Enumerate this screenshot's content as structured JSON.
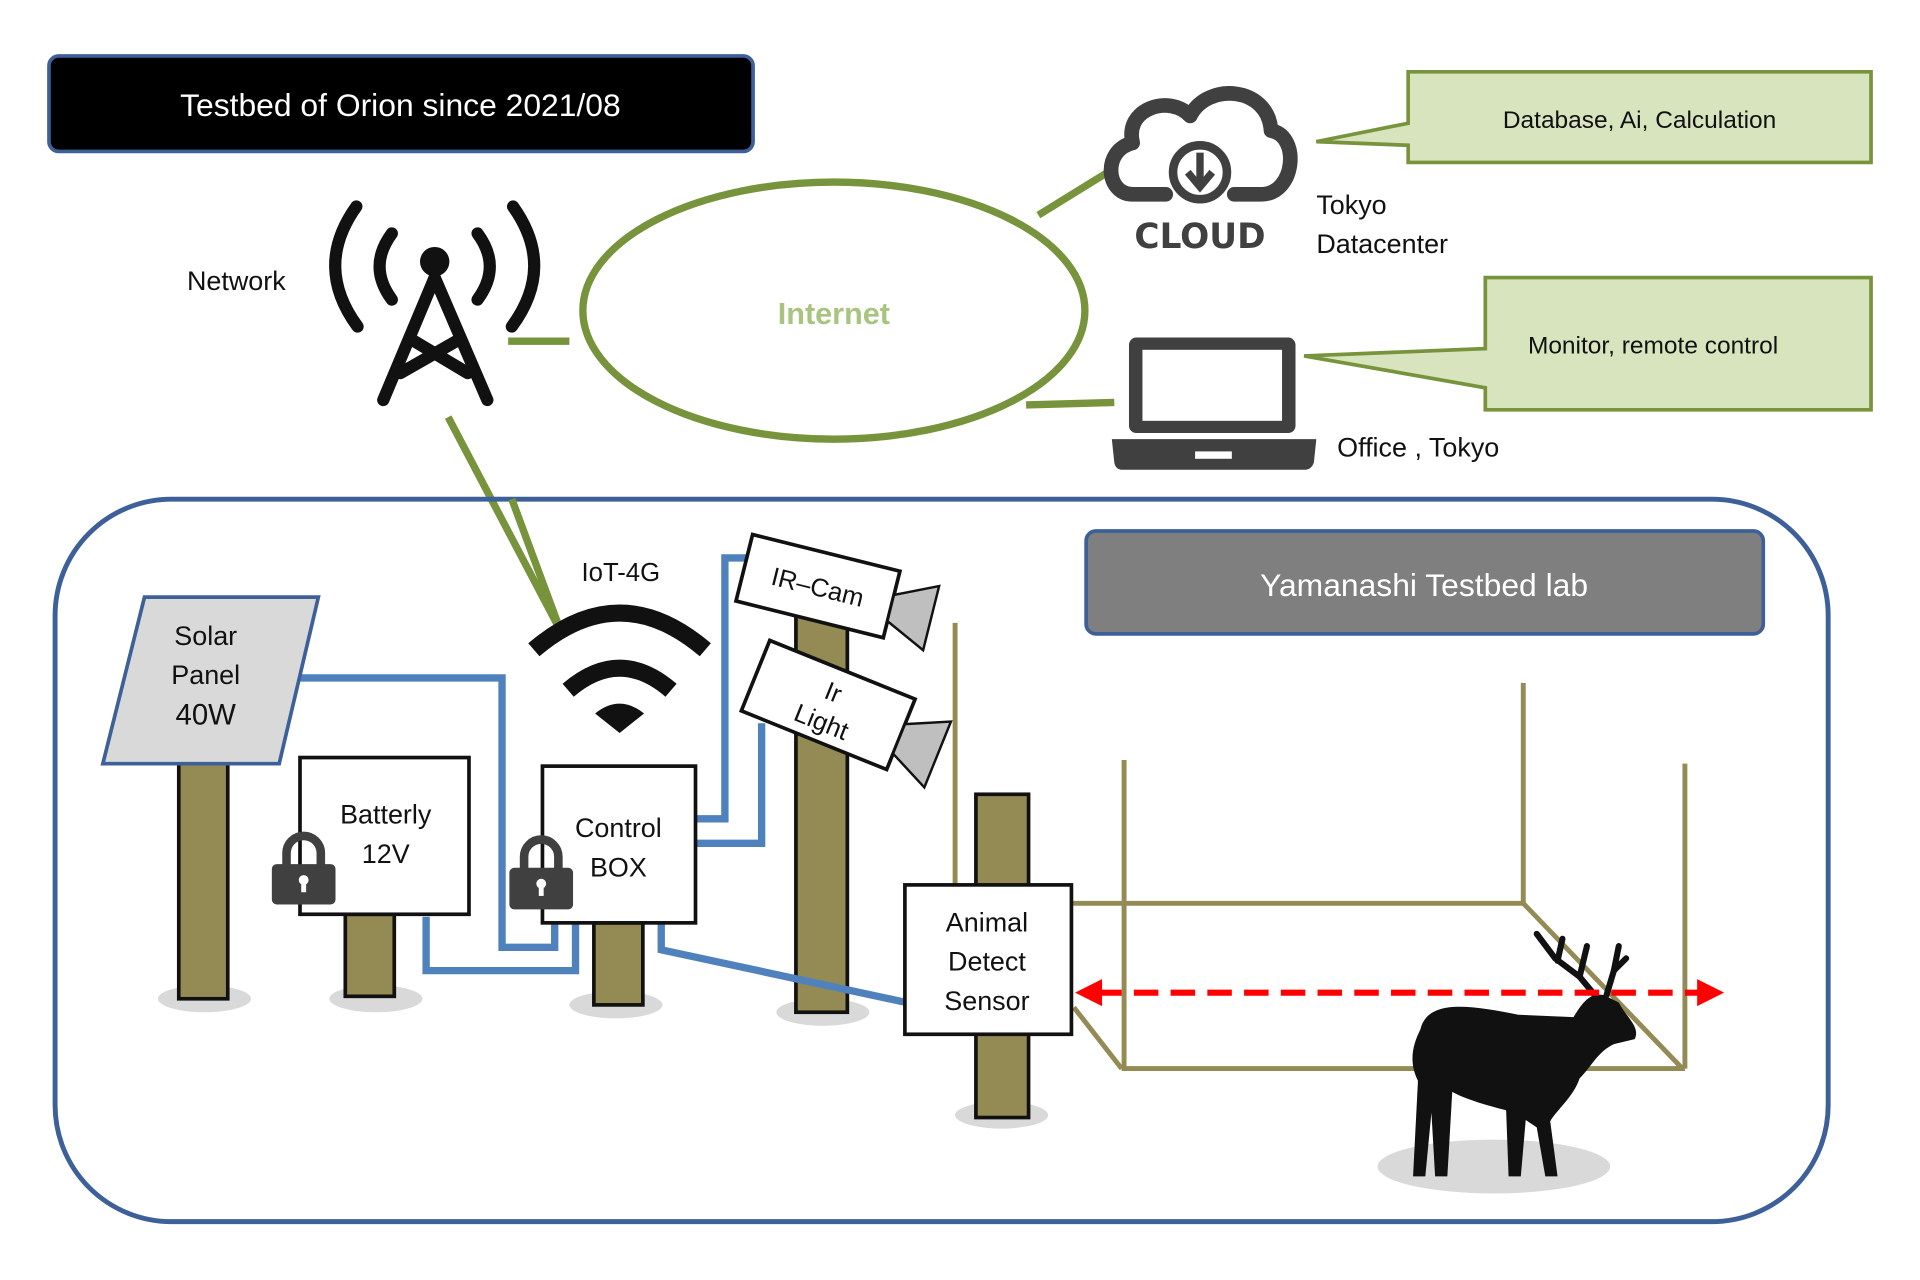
{
  "title": "Testbed of Orion since 2021/08",
  "network": {
    "label": "Network"
  },
  "internet": {
    "label": "Internet"
  },
  "cloud": {
    "icon_text": "CLOUD",
    "location_line1": "Tokyo",
    "location_line2": "Datacenter",
    "callout": "Database, Ai, Calculation"
  },
  "office": {
    "location": "Office , Tokyo",
    "callout": "Monitor, remote control"
  },
  "lab": {
    "title": "Yamanashi Testbed lab",
    "iot_label": "IoT-4G",
    "solar": [
      "Solar",
      "Panel",
      "40W"
    ],
    "battery": [
      "Batterly",
      "12V"
    ],
    "control_box": [
      "Control",
      "BOX"
    ],
    "ir_cam": "IR–Cam",
    "ir_light": [
      "Ir",
      "Light"
    ],
    "sensor": [
      "Animal",
      "Detect",
      "Sensor"
    ]
  },
  "icons": [
    "cell-tower-icon",
    "cloud-download-icon",
    "laptop-icon",
    "wifi-icon",
    "lock-icon",
    "deer-icon"
  ],
  "colors": {
    "network_link": "#77933c",
    "cable": "#4f81bd",
    "frame": "#3d6099",
    "pole": "#948a54",
    "detection_beam": "#ff0000",
    "callout_fill": "#d7e4bd",
    "lab_title_fill": "#7f7f7f"
  }
}
